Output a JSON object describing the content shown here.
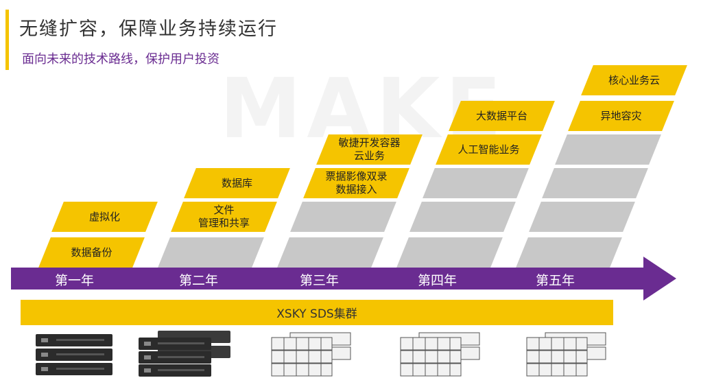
{
  "header": {
    "title": "无缝扩容，保障业务持续运行",
    "subtitle": "面向未来的技术路线，保护用户投资"
  },
  "watermark": "MAKE",
  "timeline": {
    "years": [
      "第一年",
      "第二年",
      "第三年",
      "第四年",
      "第五年"
    ],
    "arrow_color": "#6a2c91"
  },
  "blocks": {
    "y1": {
      "b1": "数据备份",
      "b2": "虚拟化"
    },
    "y2": {
      "b2": "文件\n管理和共享",
      "b3": "数据库"
    },
    "y3": {
      "b4": "票据影像双录\n数据接入",
      "b5": "敏捷开发容器\n云业务"
    },
    "y4": {
      "b6": "人工智能业务",
      "b7": "大数据平台"
    },
    "y5": {
      "b7": "异地容灾",
      "b8": "核心业务云"
    }
  },
  "cluster": {
    "label": "XSKY SDS集群"
  },
  "colors": {
    "accent": "#f5c400",
    "purple": "#6a2c91",
    "gray": "#c8c8c8"
  }
}
